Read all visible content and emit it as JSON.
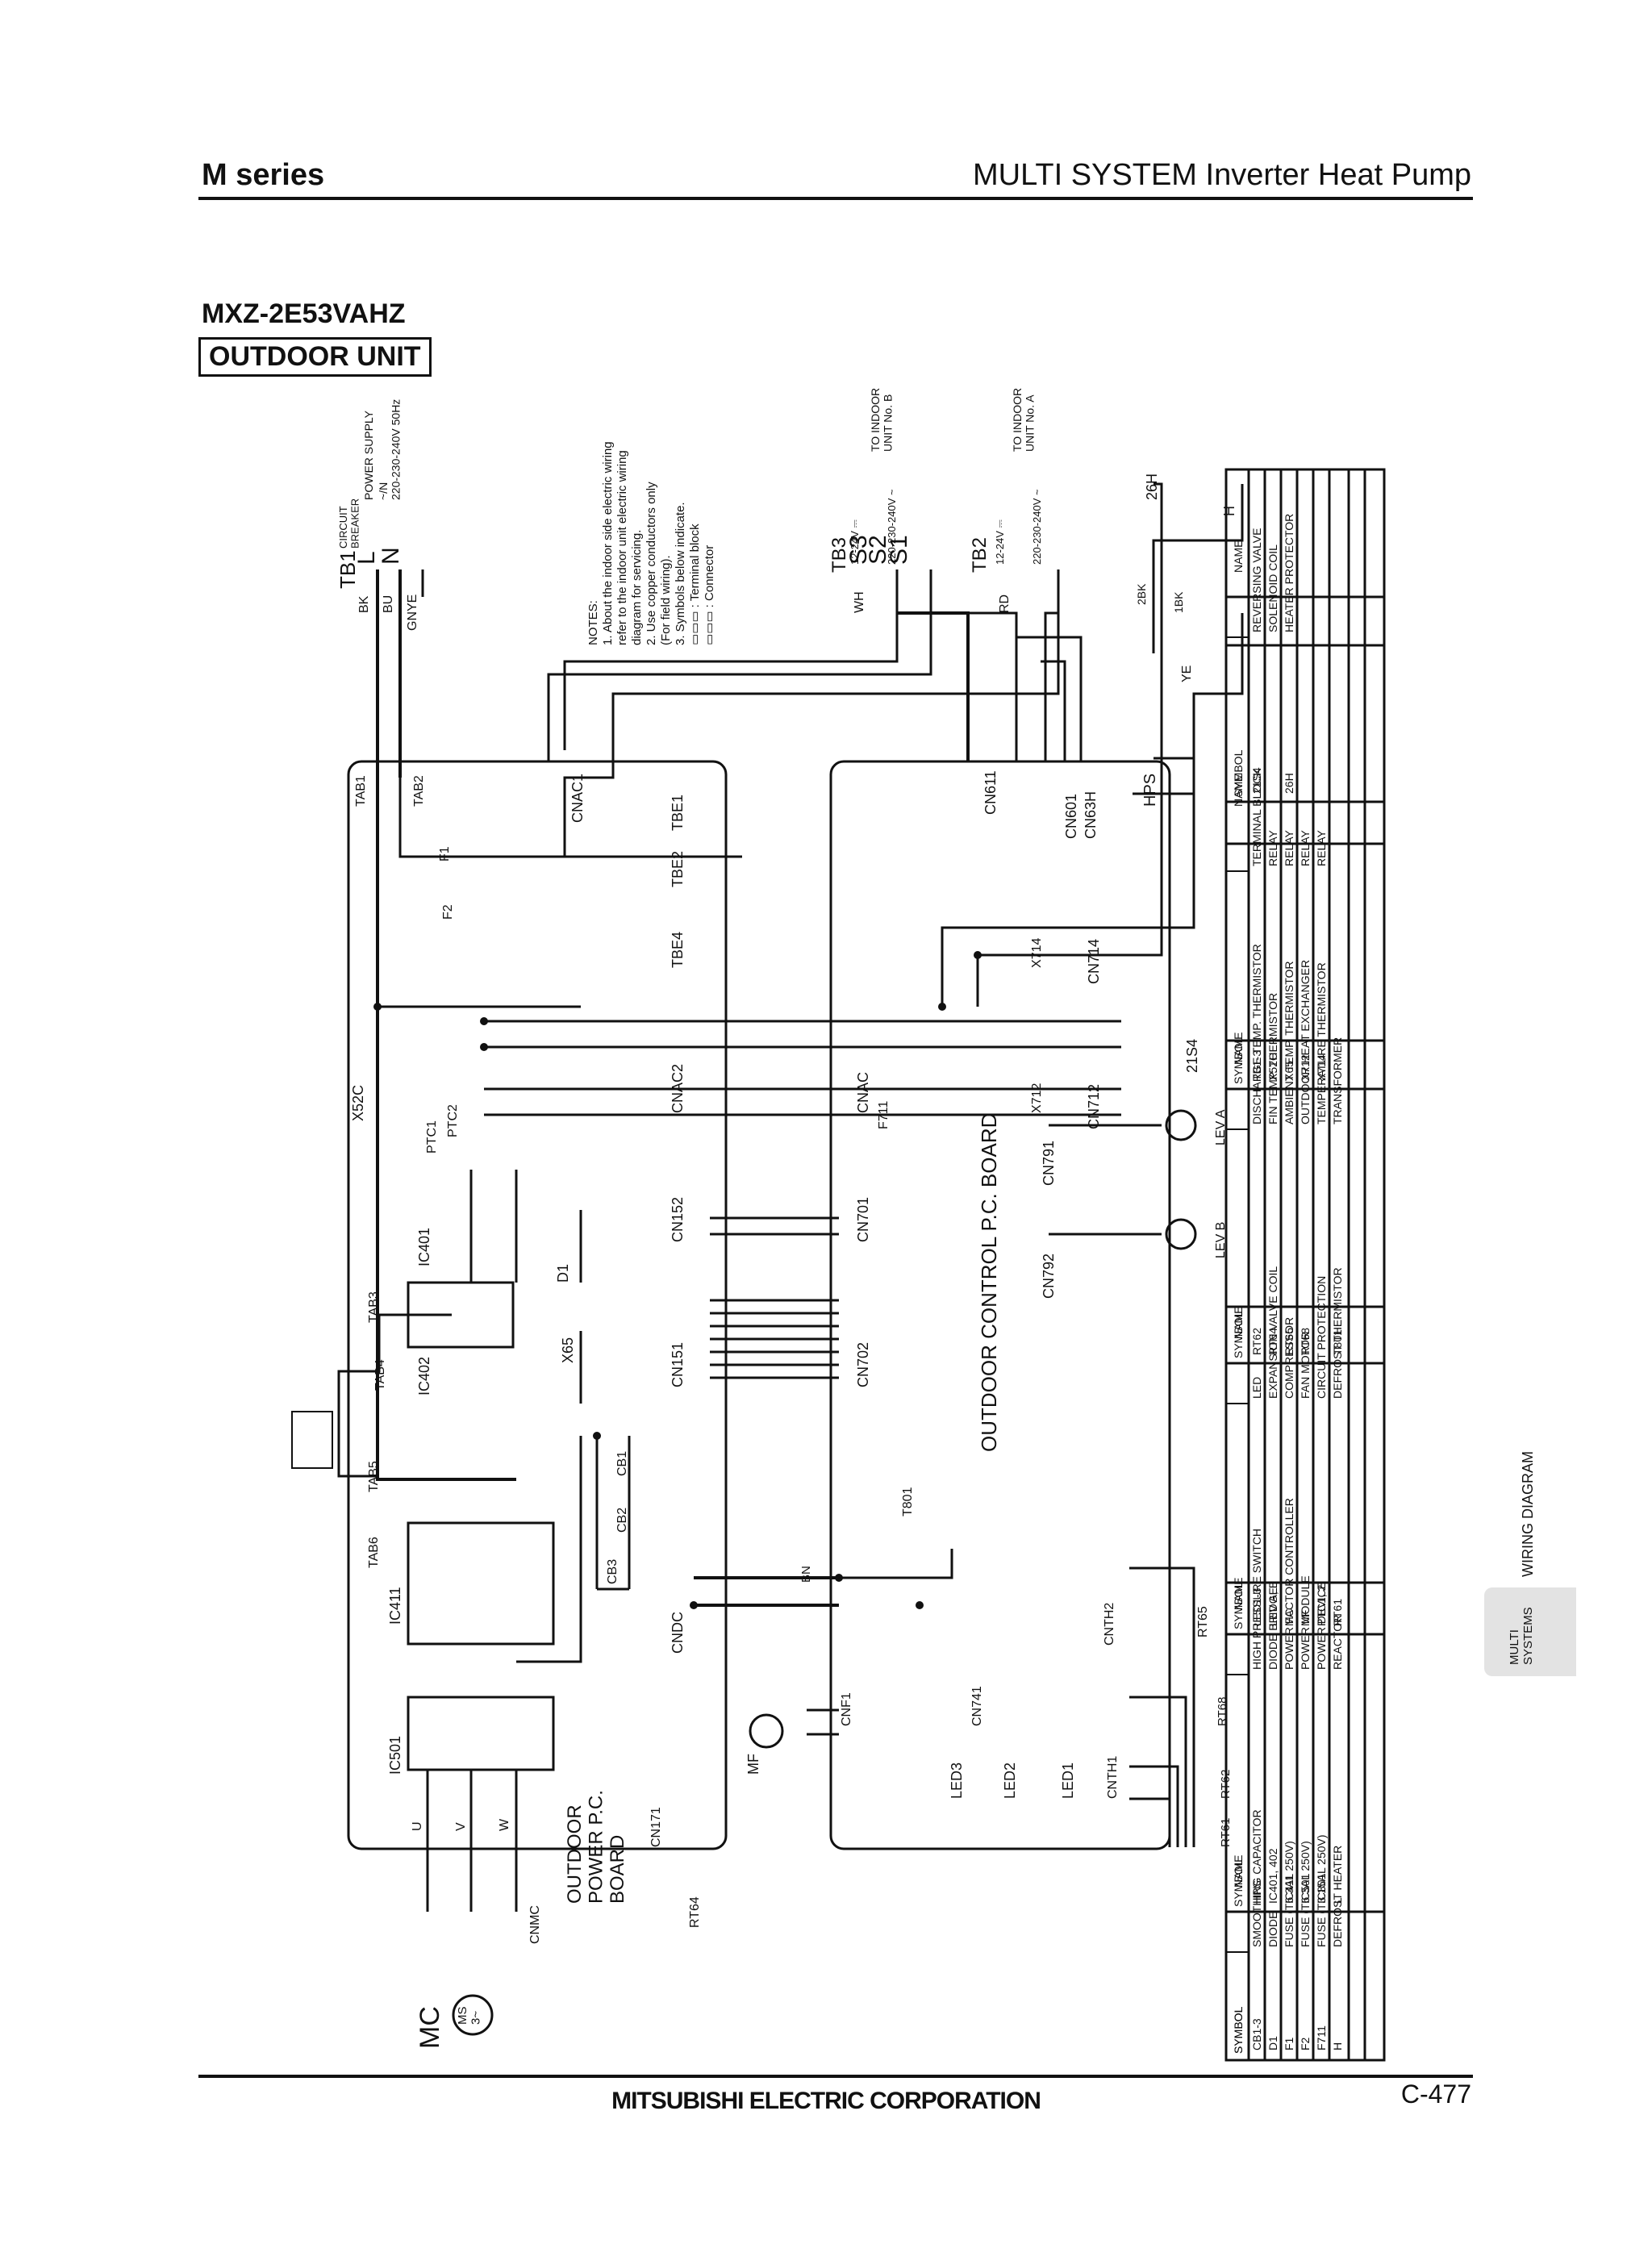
{
  "header": {
    "series": "M series",
    "product": "MULTI SYSTEM Inverter Heat Pump"
  },
  "model": "MXZ-2E53VAHZ",
  "unit_type": "OUTDOOR UNIT",
  "sidebar_tab": {
    "section": "MULTI\nSYSTEMS",
    "chapter": "WIRING DIAGRAM"
  },
  "footer": {
    "corporation": "MITSUBISHI ELECTRIC CORPORATION",
    "page": "C-477"
  },
  "notes": [
    "NOTES:",
    "1. About the indoor side electric wiring",
    "   refer to the indoor unit electric wiring",
    "   diagram for servicing.",
    "2. Use copper conductors only",
    "   (For field wiring).",
    "3. Symbols below indicate.",
    "   ▭▭▭ : Terminal block",
    "   ▭▭▭ : Connector"
  ],
  "power": {
    "breaker": "CIRCUIT\nBREAKER",
    "supply": "POWER SUPPLY",
    "spec": "~/N\n220-230-240V 50Hz"
  },
  "indoor_b": {
    "label": "TO INDOOR\nUNIT No. B",
    "dc": "12-24V ⎓",
    "ac": "220-230-240V ~"
  },
  "indoor_a": {
    "label": "TO INDOOR\nUNIT No. A",
    "dc": "12-24V ⎓",
    "ac": "220-230-240V ~"
  },
  "boards": {
    "control": "OUTDOOR CONTROL P.C. BOARD",
    "power": "OUTDOOR\nPOWER P.C.\nBOARD"
  },
  "labels": [
    "TB1",
    "L",
    "N",
    "BK",
    "BU",
    "GNYE",
    "TB3",
    "TB2",
    "S3",
    "S2",
    "S1",
    "WH",
    "RD",
    "TAB1",
    "TAB2",
    "TAB3",
    "TAB4",
    "TAB5",
    "TAB6",
    "CNAC1",
    "F1",
    "F2",
    "TBE1",
    "TBE2",
    "TBE4",
    "X52C",
    "PTC1",
    "PTC2",
    "IC401",
    "IC402",
    "IC411",
    "IC501",
    "D1",
    "X65",
    "CB1",
    "CB2",
    "CB3",
    "CNAC2",
    "CN152",
    "CN151",
    "CNDC",
    "CN171",
    "RT64",
    "CNMC",
    "MC",
    "MS\n3~",
    "U",
    "V",
    "W",
    "CN611",
    "CN601",
    "CN63H",
    "HPS",
    "CN714",
    "X714",
    "CNAC",
    "F711",
    "CN712",
    "X712",
    "21S4",
    "CN791",
    "CN792",
    "LEV A",
    "LEV B",
    "CN701",
    "CN702",
    "T801",
    "CNTH2",
    "RT65",
    "CNF1",
    "CN741",
    "MF",
    "LED1",
    "LED2",
    "LED3",
    "CNTH1",
    "RT61",
    "RT62",
    "RT68",
    "YE",
    "26H",
    "H",
    "2BK",
    "1BK",
    "BN"
  ],
  "legend": {
    "headers": [
      "SYMBOL",
      "NAME"
    ],
    "columns": [
      [
        [
          "CB1-3",
          "SMOOTHING CAPACITOR"
        ],
        [
          "D1",
          "DIODE"
        ],
        [
          "F1",
          "FUSE (T6.3AL 250V)"
        ],
        [
          "F2",
          "FUSE (T6.3AL 250V)"
        ],
        [
          "F711",
          "FUSE (T3.15AL 250V)"
        ],
        [
          "H",
          "DEFROST HEATER"
        ]
      ],
      [
        [
          "HPS",
          "HIGH PRESSURE SWITCH"
        ],
        [
          "IC401, 402",
          "DIODE BRIDGE"
        ],
        [
          "IC411",
          "POWER FACTOR CONTROLLER"
        ],
        [
          "IC501",
          "POWER MODULE"
        ],
        [
          "IC801",
          "POWER DEVICE"
        ],
        [
          "L",
          "REACTOR"
        ]
      ],
      [
        [
          "LED1-3",
          "LED"
        ],
        [
          "LEV A, B",
          "EXPANSION VALVE COIL"
        ],
        [
          "MC",
          "COMPRESSOR"
        ],
        [
          "MF",
          "FAN MOTOR"
        ],
        [
          "PTC1, 2",
          "CIRCUIT PROTECTION"
        ],
        [
          "RT61",
          "DEFROST THERMISTOR"
        ]
      ],
      [
        [
          "RT62",
          "DISCHARGE TEMP. THERMISTOR"
        ],
        [
          "RT64",
          "FIN TEMP. THERMISTOR"
        ],
        [
          "RT65",
          "AMBIENT TEMP. THERMISTOR"
        ],
        [
          "RT68",
          "OUTDOOR HEAT EXCHANGER"
        ],
        [
          "",
          "TEMPERATURE THERMISTOR"
        ],
        [
          "T801",
          "TRANSFORMER"
        ]
      ],
      [
        [
          "TB1-3",
          "TERMINAL BLOCK"
        ],
        [
          "X52C",
          "RELAY"
        ],
        [
          "X65",
          "RELAY"
        ],
        [
          "X712",
          "RELAY"
        ],
        [
          "X714",
          "RELAY"
        ],
        [
          "",
          ""
        ]
      ],
      [
        [
          "21S4",
          "REVERSING VALVE"
        ],
        [
          "",
          "SOLENOID COIL"
        ],
        [
          "26H",
          "HEATER PROTECTOR"
        ],
        [
          "",
          ""
        ],
        [
          "",
          ""
        ],
        [
          "",
          ""
        ]
      ]
    ]
  }
}
